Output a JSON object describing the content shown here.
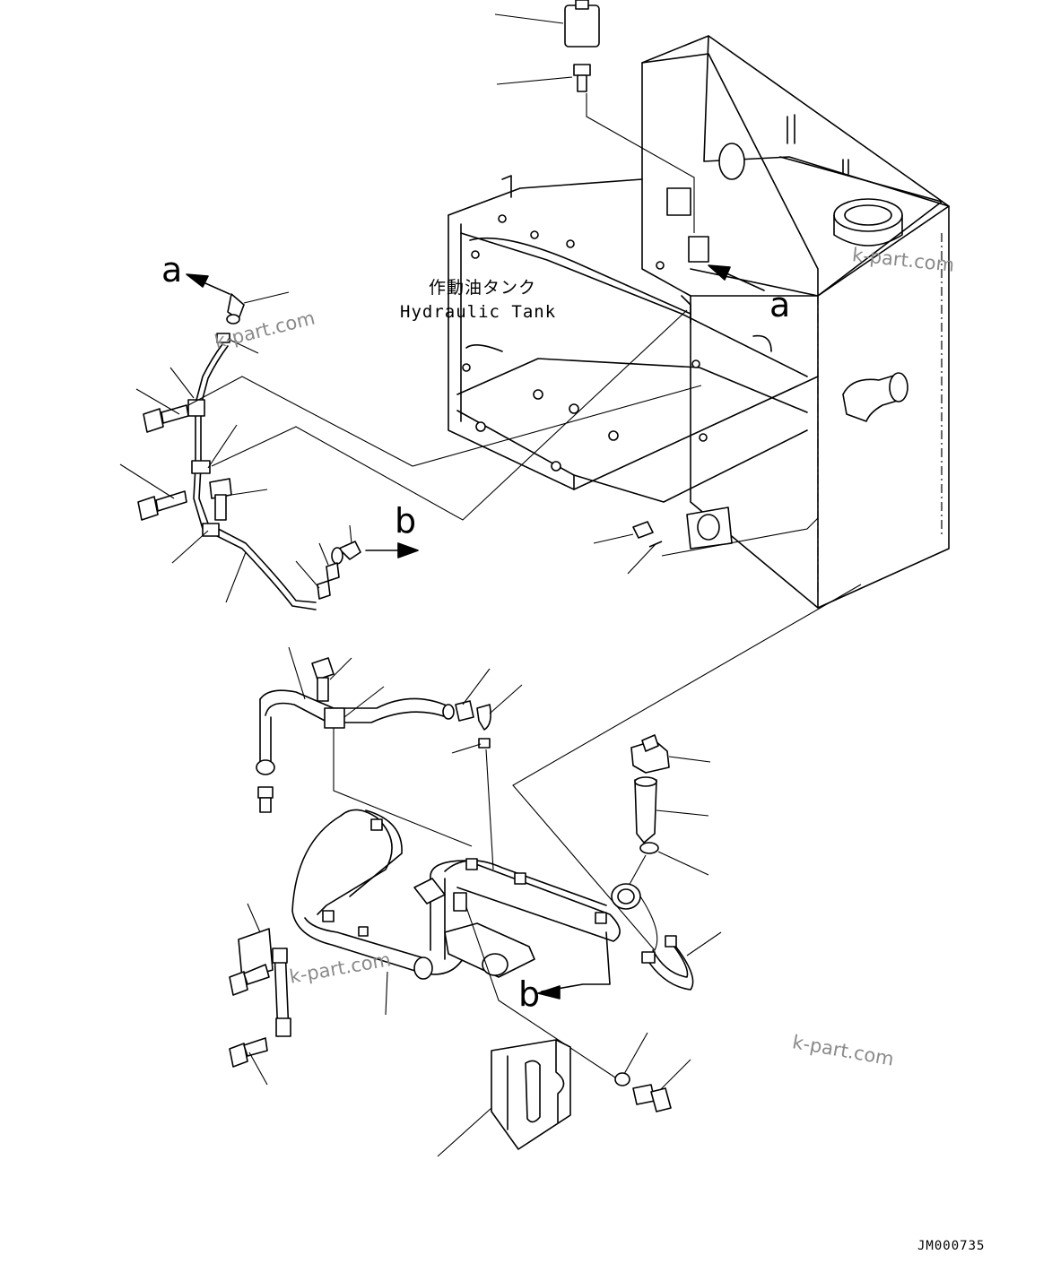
{
  "diagram": {
    "tank_label_ja": "作動油タンク",
    "tank_label_en": "Hydraulic Tank",
    "callouts": {
      "a": "a",
      "b": "b"
    },
    "watermark": "k-part.com",
    "document_code": "JM000735"
  }
}
